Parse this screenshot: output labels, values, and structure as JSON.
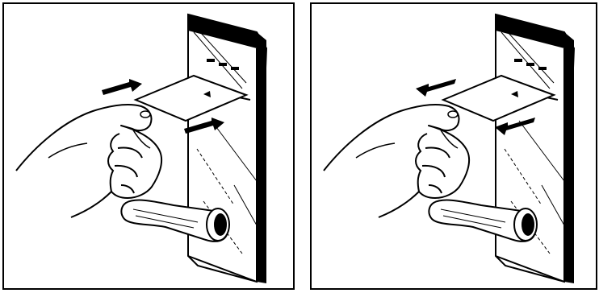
{
  "panels": [
    {
      "name": "insert-card-panel",
      "card_motion": "insert"
    },
    {
      "name": "remove-card-panel",
      "card_motion": "remove"
    }
  ],
  "colors": {
    "line": "#000000",
    "fill": "#ffffff",
    "arrow": "#000000"
  },
  "icons": [
    "door-lock-icon",
    "key-card-icon",
    "hand-icon",
    "lever-handle-icon",
    "arrow-icon"
  ]
}
